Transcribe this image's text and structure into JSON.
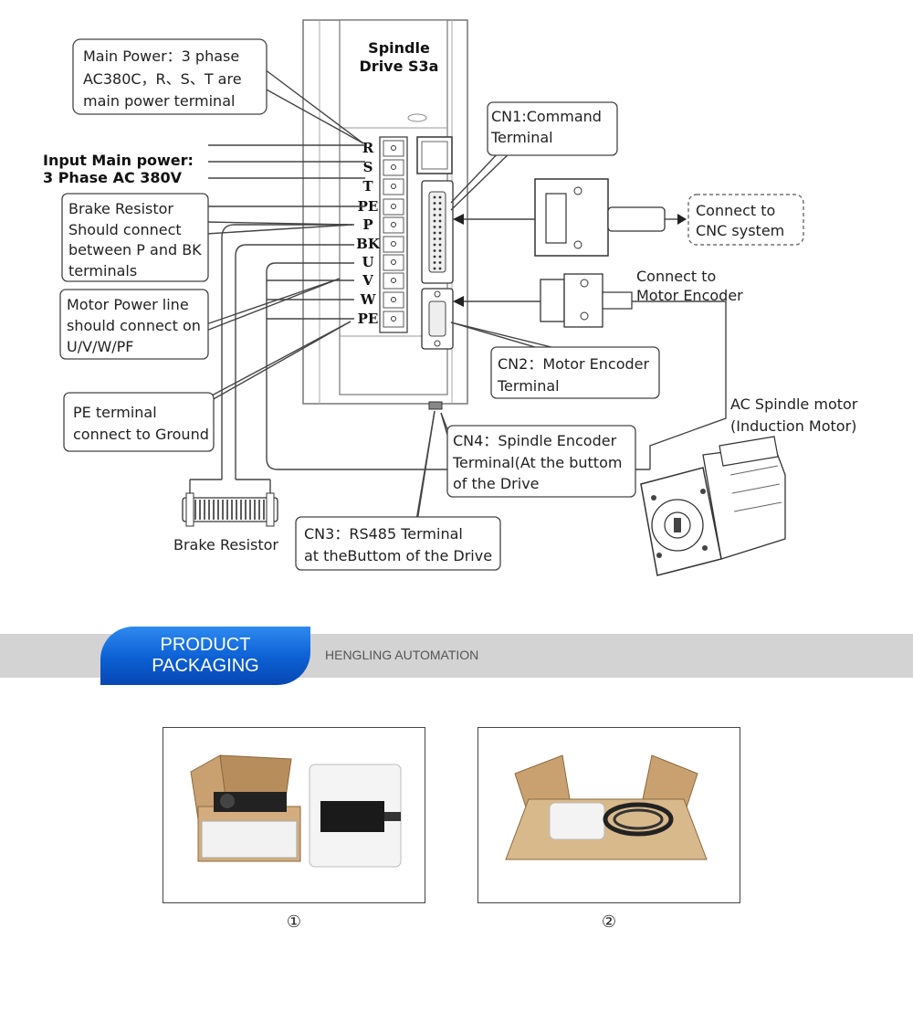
{
  "drive": {
    "title_line1": "Spindle",
    "title_line2": "Drive S3a"
  },
  "terminals": [
    "R",
    "S",
    "T",
    "PE",
    "P",
    "BK",
    "U",
    "V",
    "W",
    "PE"
  ],
  "input_power": {
    "line1": "Input Main power:",
    "line2": "3 Phase AC 380V"
  },
  "callouts": {
    "main_power": [
      "Main Power：3 phase",
      "AC380C，R、S、T are",
      "main power terminal"
    ],
    "brake": [
      "Brake Resistor",
      "Should connect",
      "between P and BK",
      "terminals"
    ],
    "motor_power": [
      "Motor Power line",
      "should connect on",
      "U/V/W/PF"
    ],
    "pe_ground": [
      "PE terminal",
      "connect to Ground"
    ],
    "cn1": [
      "CN1:Command",
      "Terminal"
    ],
    "cnc": [
      "Connect to",
      "CNC system"
    ],
    "motor_encoder": [
      "Connect to",
      "Motor Encoder"
    ],
    "cn2": [
      "CN2：Motor Encoder",
      "Terminal"
    ],
    "spindle_motor": [
      "AC Spindle motor",
      "(Induction Motor)"
    ],
    "cn4": [
      "CN4：Spindle Encoder",
      "Terminal(At the buttom",
      "of the Drive"
    ],
    "cn3": [
      "CN3：RS485 Terminal",
      "at theButtom of the Drive"
    ],
    "brake_resistor": "Brake Resistor"
  },
  "packaging": {
    "tab_line1": "PRODUCT",
    "tab_line2": "PACKAGING",
    "company": "HENGLING AUTOMATION",
    "photo_numbers": [
      "①",
      "②"
    ]
  },
  "colors": {
    "accent_blue": "#0b5fd3",
    "band_gray": "#d3d3d3"
  }
}
